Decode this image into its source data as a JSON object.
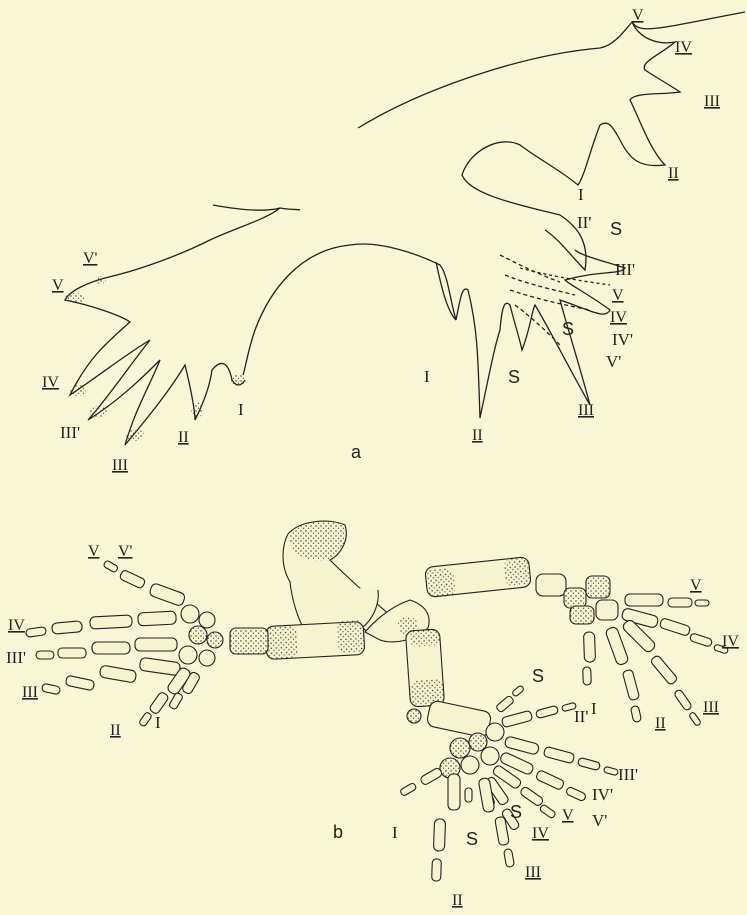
{
  "panels": {
    "a": {
      "label": "a",
      "left_limb_labels": [
        "V'",
        "V",
        "IV",
        "III'",
        "III",
        "II",
        "I"
      ],
      "right_limb_upper_labels": [
        "V",
        "IV",
        "III",
        "II"
      ],
      "right_limb_lower_labels": [
        "I",
        "II'",
        "S",
        "III'",
        "V",
        "IV",
        "S",
        "IV'",
        "V'",
        "I",
        "S",
        "II",
        "III"
      ]
    },
    "b": {
      "label": "b",
      "left_limb_labels": [
        "V",
        "V'",
        "IV",
        "III'",
        "III",
        "II",
        "I"
      ],
      "right_limb_upper_labels": [
        "V",
        "IV",
        "III",
        "II",
        "I"
      ],
      "right_limb_lower_labels": [
        "S",
        "II'",
        "III'",
        "IV'",
        "V",
        "V'",
        "IV",
        "S",
        "S",
        "III",
        "I",
        "II"
      ]
    }
  },
  "colors": {
    "background": "#f8f6d4",
    "ink": "#222222"
  }
}
